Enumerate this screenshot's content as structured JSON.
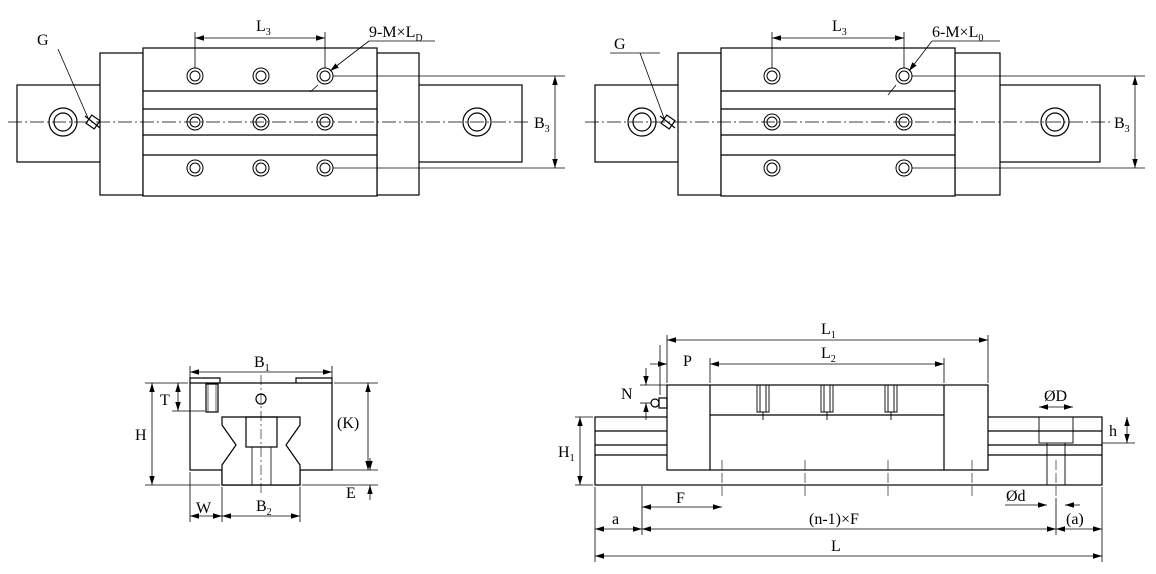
{
  "top_left_view": {
    "dim_l3": "L",
    "dim_l3_sub": "3",
    "hole_callout": "9-M×L",
    "hole_callout_sub": "D",
    "grease_label": "G",
    "dim_b3": "B",
    "dim_b3_sub": "3"
  },
  "top_right_view": {
    "dim_l3": "L",
    "dim_l3_sub": "3",
    "hole_callout": "6-M×L",
    "hole_callout_sub": "0",
    "grease_label": "G",
    "dim_b3": "B",
    "dim_b3_sub": "3"
  },
  "end_view": {
    "dim_b1": "B",
    "dim_b1_sub": "1",
    "dim_t": "T",
    "dim_h": "H",
    "dim_k": "(K)",
    "dim_e": "E",
    "dim_w": "W",
    "dim_b2": "B",
    "dim_b2_sub": "2"
  },
  "side_view": {
    "dim_l1": "L",
    "dim_l1_sub": "1",
    "dim_l2": "L",
    "dim_l2_sub": "2",
    "dim_p": "P",
    "dim_n": "N",
    "dim_h1": "H",
    "dim_h1_sub": "1",
    "dim_od": "ØD",
    "dim_h_small": "h",
    "dim_f": "F",
    "dim_d": "Ød",
    "dim_a": "a",
    "dim_nf": "(n-1)×F",
    "dim_a_paren": "(a)",
    "dim_l": "L"
  }
}
